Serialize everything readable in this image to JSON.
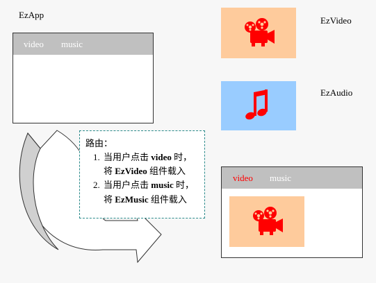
{
  "app": {
    "title": "EzApp"
  },
  "tabs": {
    "video": "video",
    "music": "music"
  },
  "components": {
    "video": "EzVideo",
    "audio": "EzAudio"
  },
  "routing": {
    "title": "路由：",
    "rules": [
      {
        "prefix": "当用户点击 ",
        "trigger": "video",
        "mid": " 时，",
        "line2_prefix": "将 ",
        "component": "EzVideo",
        "suffix": " 组件载入"
      },
      {
        "prefix": "当用户点击 ",
        "trigger": "music",
        "mid": " 时，",
        "line2_prefix": "将 ",
        "component": "EzMusic",
        "suffix": " 组件载入"
      }
    ]
  },
  "colors": {
    "video_card_bg": "#fecb9c",
    "audio_card_bg": "#99ccff",
    "icon": "#ff0000",
    "active_tab": "#ff0000",
    "tab_bar": "#c0c0c0",
    "route_border": "#2a8a8a"
  },
  "icons": {
    "video": "film-projector-icon",
    "audio": "music-note-icon"
  }
}
